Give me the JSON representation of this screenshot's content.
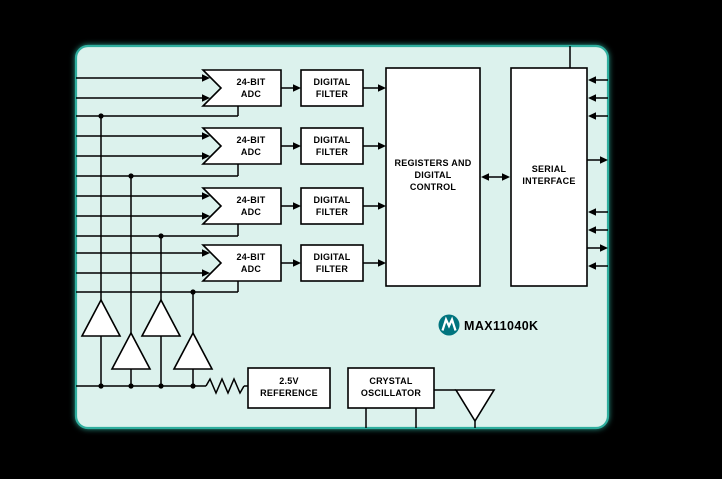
{
  "chip": {
    "part_number": "MAX11040K"
  },
  "blocks": {
    "adc": {
      "line1": "24-BIT",
      "line2": "ADC"
    },
    "digital_filter": {
      "line1": "DIGITAL",
      "line2": "FILTER"
    },
    "registers": {
      "line1": "REGISTERS AND",
      "line2": "DIGITAL",
      "line3": "CONTROL"
    },
    "serial_interface": {
      "line1": "SERIAL",
      "line2": "INTERFACE"
    },
    "reference": {
      "line1": "2.5V",
      "line2": "REFERENCE"
    },
    "crystal_oscillator": {
      "line1": "CRYSTAL",
      "line2": "OSCILLATOR"
    }
  },
  "colors": {
    "background": "#000000",
    "chip_fill": "#dcf2ed",
    "chip_border": "#2fae9e",
    "block_fill": "#ffffff",
    "line_color": "#000000",
    "logo_color": "#00747e"
  }
}
